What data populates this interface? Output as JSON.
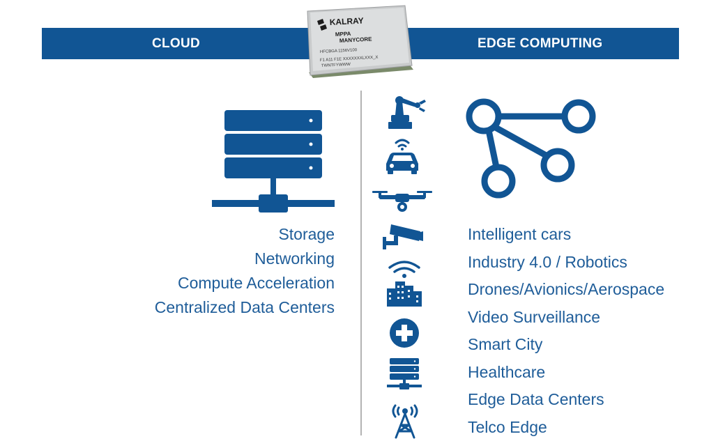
{
  "banner": {
    "cloud_label": "CLOUD",
    "edge_label": "EDGE COMPUTING",
    "color": "#115594"
  },
  "chip": {
    "brand": "KALRAY",
    "line1": "MPPA",
    "line2": "MANYCORE",
    "mark1": "HFCBGA 1156V100",
    "mark2": "F1 A11 F1E XXXXXXXLXXX_X",
    "mark3": "TWNTFYWWW"
  },
  "cloud": {
    "items": [
      "Storage",
      "Networking",
      "Compute Acceleration",
      "Centralized Data Centers"
    ]
  },
  "edge": {
    "items": [
      "Intelligent cars",
      "Industry 4.0 / Robotics",
      "Drones/Avionics/Aerospace",
      "Video Surveillance",
      "Smart City",
      "Healthcare",
      "Edge Data Centers",
      "Telco Edge"
    ]
  },
  "colors": {
    "icon": "#115594",
    "text": "#1f5d99",
    "divider": "#b3b3b3"
  }
}
